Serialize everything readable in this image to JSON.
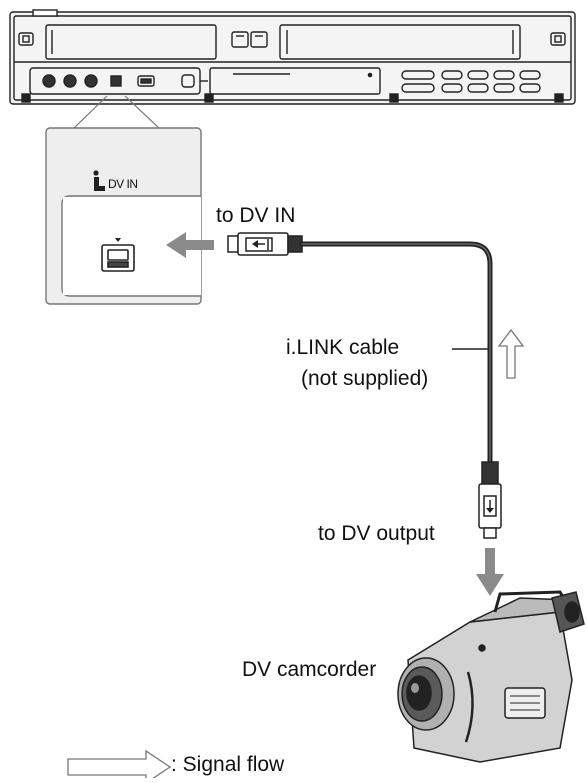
{
  "panel": {
    "jack_label": "DV IN"
  },
  "labels": {
    "to_dv_in": "to DV IN",
    "cable_line1": "i.LINK cable",
    "cable_line2": "(not supplied)",
    "to_dv_output": "to DV output",
    "camcorder": "DV camcorder"
  },
  "legend": {
    "signal_flow": ": Signal flow"
  },
  "colors": {
    "line": "#222222",
    "device_fill": "#f4f4f4",
    "panel_fill": "#eeeeee",
    "arrow_gray": "#8a8a8a"
  }
}
